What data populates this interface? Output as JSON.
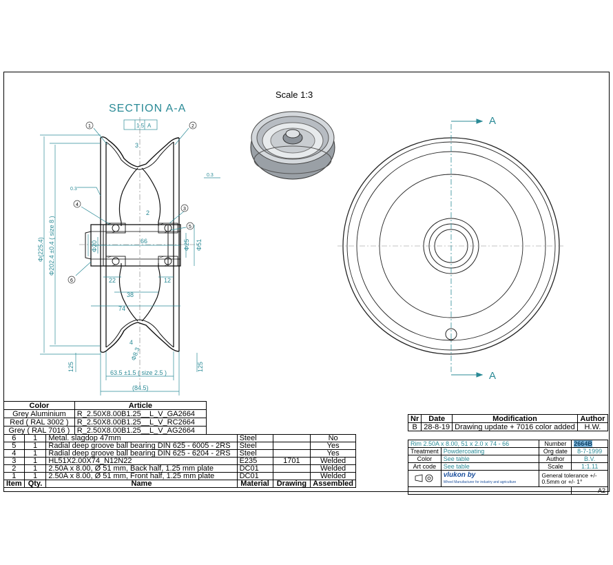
{
  "drawing": {
    "section_title": "SECTION A-A",
    "scale_label": "Scale 1:3",
    "section_marker": "A",
    "dimensions": {
      "dia_outer": "Φ(225.4)",
      "dia_rim": "Φ202.4 ±0.4 ( size 8 )",
      "dia_bore": "Φ20",
      "dia_seat": "Φ25",
      "dia_hub": "Φ51",
      "hub_length": "66",
      "offset_22": "22",
      "offset_12": "12",
      "dim_38": "38",
      "dim_74": "74",
      "width_rim": "63.5 ±1.5 ( size 2.5 )",
      "width_overall": "(84.5)",
      "edge_125_left": "125",
      "edge_125_right": "125",
      "tol_15": "1.5",
      "tol_A": "A",
      "flat_3": "3",
      "flat_2": "2",
      "hole_dia": "Φ8.3",
      "hole_count": "4",
      "surf_03": "0.3"
    },
    "balloons": [
      "1",
      "2",
      "3",
      "4",
      "5",
      "6"
    ]
  },
  "color_table": {
    "headers": [
      "Color",
      "Article"
    ],
    "rows": [
      [
        "Grey Aluminium",
        "R_2.50X8.00B1.25__L_V_GA2664"
      ],
      [
        "Red ( RAL 3002 )",
        "R_2.50X8.00B1.25__L_V_RC2664"
      ],
      [
        "Grey ( RAL 7016 )",
        "R_2.50X8.00B1.25__L_V_AG2664"
      ]
    ]
  },
  "bom": {
    "headers": [
      "Item",
      "Qty.",
      "Name",
      "Material",
      "Drawing",
      "Assembled"
    ],
    "rows": [
      [
        "6",
        "1",
        "Metal. slagdop 47mm",
        "Steel",
        "",
        "No"
      ],
      [
        "5",
        "1",
        "Radial deep groove ball bearing DIN 625 - 6005 - 2RS",
        "Steel",
        "",
        "Yes"
      ],
      [
        "4",
        "1",
        "Radial deep groove ball bearing DIN 625 - 6204 - 2RS",
        "Steel",
        "",
        "Yes"
      ],
      [
        "3",
        "1",
        "HL51X2.00X74_N12N22",
        "E235",
        "1701",
        "Welded"
      ],
      [
        "2",
        "1",
        "2.50A x 8.00, Ø 51 mm, Back half, 1.25 mm plate",
        "DC01",
        "",
        "Welded"
      ],
      [
        "1",
        "1",
        "2.50A x 8.00, Ø 51 mm, Front half, 1.25 mm plate",
        "DC01",
        "",
        "Welded"
      ]
    ]
  },
  "modifications": {
    "headers": [
      "Nr",
      "Date",
      "Modification",
      "Author"
    ],
    "rows": [
      [
        "B",
        "28-8-19",
        "Drawing update + 7016 color added",
        "H.W."
      ]
    ]
  },
  "title_block": {
    "description": "Rim 2.50A x 8.00,  51 x 2.0 x 74 - 66",
    "number_label": "Number",
    "number_value": "2664B",
    "treatment_label": "Treatment",
    "treatment_value": "Powdercoating",
    "orig_date_label": "Org date",
    "orig_date_value": "8-7-1999",
    "color_label": "Color",
    "color_value": "See table",
    "author_label": "Author",
    "author_value": "B.V.",
    "artcode_label": "Art code",
    "artcode_value": "See table",
    "scale_label": "Scale",
    "scale_value": "1:1.11",
    "company_logo": "vlukon by",
    "company_tagline": "Wheel Manufacturer for industry and agriculture",
    "tolerance_note": "General tolerance +/- 0.5mm or +/- 1°",
    "sheet_size": "A2"
  }
}
